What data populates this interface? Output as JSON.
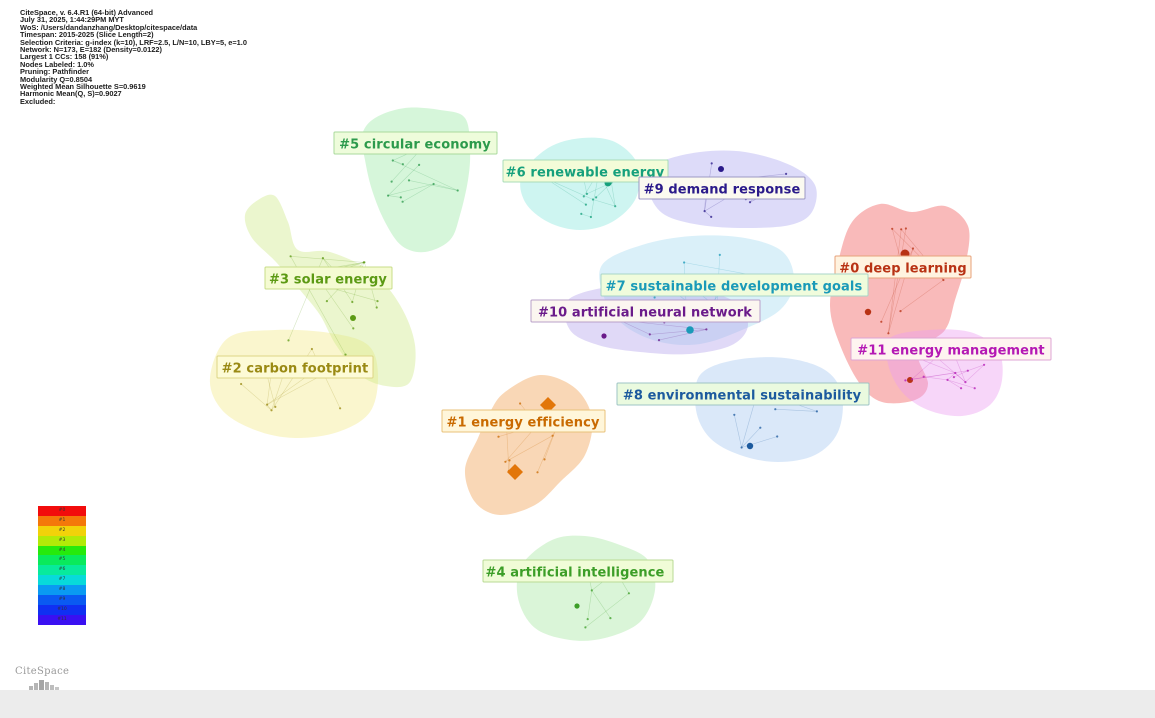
{
  "info_lines": [
    "CiteSpace, v. 6.4.R1 (64-bit) Advanced",
    "July 31, 2025, 1:44:29PM MYT",
    "WoS: /Users/dandanzhang/Desktop/citespace/data",
    "Timespan: 2015-2025 (Slice Length=2)",
    "Selection Criteria: g-index (k=10), LRF=2.5, L/N=10, LBY=5, e=1.0",
    "Network: N=173, E=182 (Density=0.0122)",
    "Largest 1 CCs: 158 (91%)",
    "Nodes Labeled: 1.0%",
    "Pruning: Pathfinder",
    "Modularity Q=0.8504",
    "Weighted Mean Silhouette S=0.9619",
    "Harmonic Mean(Q, S)=0.9027",
    "Excluded:"
  ],
  "clusters": [
    {
      "id": 0,
      "label": "#0 deep learning",
      "color": "#f05a5a",
      "text_color": "#b83214",
      "box_bg": "#fff3e0",
      "box_border": "#e7a27a"
    },
    {
      "id": 1,
      "label": "#1 energy efficiency",
      "color": "#f0a050",
      "text_color": "#c96a00",
      "box_bg": "#fff6da",
      "box_border": "#e8c17a"
    },
    {
      "id": 2,
      "label": "#2 carbon footprint",
      "color": "#f4ea8a",
      "text_color": "#9a8a14",
      "box_bg": "#fdfbd6",
      "box_border": "#ddd585"
    },
    {
      "id": 3,
      "label": "#3 solar energy",
      "color": "#cfe98a",
      "text_color": "#5c9a14",
      "box_bg": "#f5fbd2",
      "box_border": "#c8dc88"
    },
    {
      "id": 4,
      "label": "#4 artificial intelligence",
      "color": "#a8e8a2",
      "text_color": "#3c9e28",
      "box_bg": "#f0fcd7",
      "box_border": "#b9da94"
    },
    {
      "id": 5,
      "label": "#5 circular economy",
      "color": "#9eeaa6",
      "text_color": "#2c9a4c",
      "box_bg": "#eefcdb",
      "box_border": "#a9da9c"
    },
    {
      "id": 6,
      "label": "#6 renewable energy",
      "color": "#8ae8de",
      "text_color": "#16a07c",
      "box_bg": "#f3fcd8",
      "box_border": "#a9dcb9"
    },
    {
      "id": 7,
      "label": "#7 sustainable development goals",
      "color": "#a8dcf0",
      "text_color": "#1a9ab8",
      "box_bg": "#f0fcdc",
      "box_border": "#a8d6c8"
    },
    {
      "id": 8,
      "label": "#8 environmental sustainability",
      "color": "#a8c8f0",
      "text_color": "#1c5a9e",
      "box_bg": "#eafadf",
      "box_border": "#9ec4c4"
    },
    {
      "id": 9,
      "label": "#9 demand response",
      "color": "#aeaaf0",
      "text_color": "#2a1a8a",
      "box_bg": "#fbfaf0",
      "box_border": "#9c98c4"
    },
    {
      "id": 10,
      "label": "#10 artificial neural network",
      "color": "#b6a4ec",
      "text_color": "#6a1a8a",
      "box_bg": "#fbf6f0",
      "box_border": "#b9a0c9"
    },
    {
      "id": 11,
      "label": "#11 energy management",
      "color": "#ec9ef0",
      "text_color": "#b418b4",
      "box_bg": "#fef4f0",
      "box_border": "#dfa4d4"
    }
  ],
  "legend": {
    "labels": [
      "#0",
      "#1",
      "#2",
      "#3",
      "#4",
      "#5",
      "#6",
      "#7",
      "#8",
      "#9",
      "#10",
      "#11"
    ],
    "colors": [
      "#f20c0c",
      "#f4780a",
      "#f2d20a",
      "#b2ea08",
      "#26ea0c",
      "#0aea5c",
      "#08ea9c",
      "#08dada",
      "#0a9af2",
      "#0a5af2",
      "#1030f2",
      "#3a10f2"
    ]
  },
  "logo": {
    "text": "CiteSpace"
  }
}
